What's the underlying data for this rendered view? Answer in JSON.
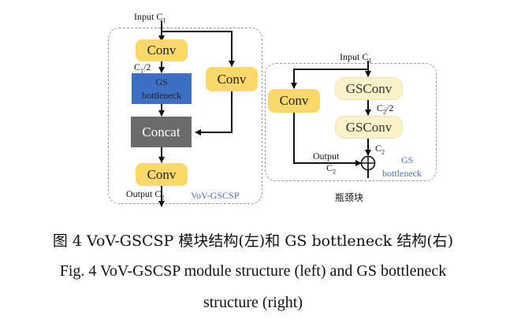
{
  "left": {
    "input_label": "Input",
    "input_c": "C",
    "input_sub": "1",
    "half_label": "C",
    "half_sub": "1",
    "half_suffix": "/2",
    "conv_top": "Conv",
    "gs_bottleneck_line1": "GS",
    "gs_bottleneck_line2": "bottleneck",
    "conv_side": "Conv",
    "concat": "Concat",
    "conv_bottom": "Conv",
    "output_label": "Output",
    "output_c": "C",
    "output_sub": "2",
    "module_name": "VoV-GSCSP"
  },
  "right": {
    "input_label": "Input",
    "input_c": "C",
    "input_sub": "1",
    "conv": "Conv",
    "gsconv_top": "GSConv",
    "mid_c": "C",
    "mid_sub": "2",
    "mid_suffix": "/2",
    "gsconv_bottom": "GSConv",
    "sum_c": "C",
    "sum_sub": "2",
    "output_label": "Output",
    "output_c": "C",
    "output_sub": "2",
    "module_name_line1": "GS",
    "module_name_line2": "bottleneck",
    "chinese_label": "瓶颈块"
  },
  "caption": {
    "chinese": "图 4 VoV-GSCSP 模块结构(左)和 GS bottleneck 结构(右)",
    "english_line1": "Fig. 4 VoV-GSCSP module structure (left) and GS bottleneck",
    "english_line2": "structure (right)"
  },
  "colors": {
    "conv_yellow": "#fcd86a",
    "gsconv_cream": "#fdf1c9",
    "gs_bottleneck_blue": "#3d6fc4",
    "concat_gray": "#6b6b6b",
    "module_label_blue": "#4a6fb8"
  }
}
